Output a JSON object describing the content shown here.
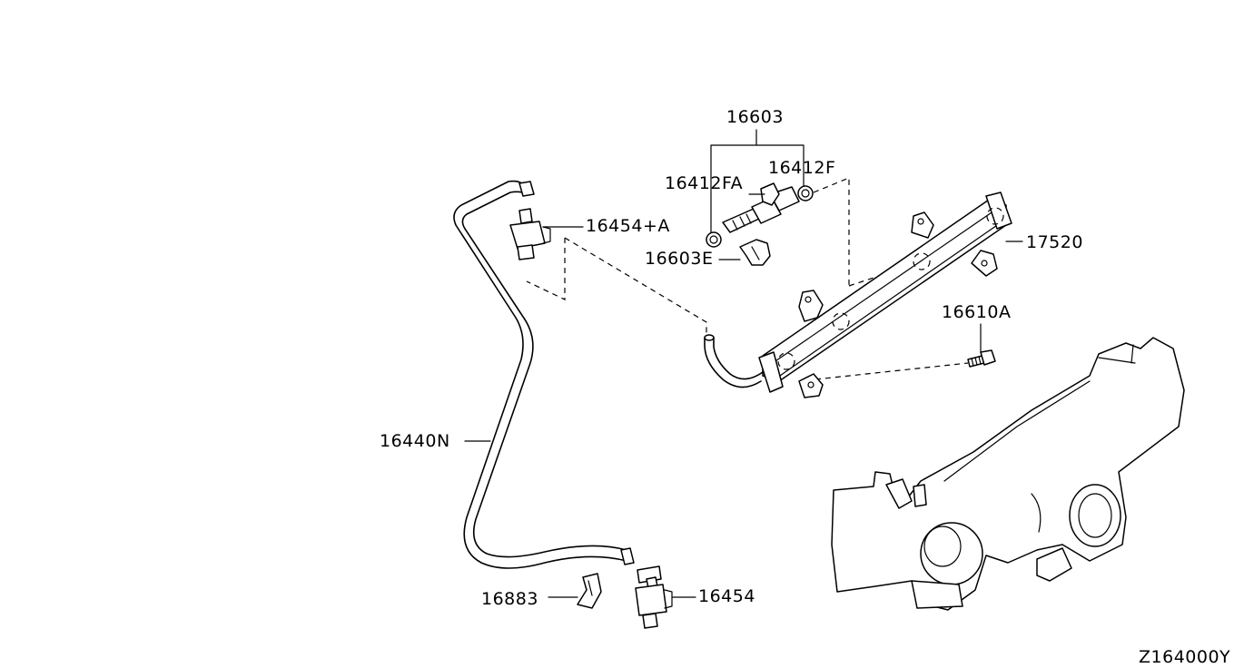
{
  "diagram": {
    "code": "Z164000Y",
    "labels": {
      "p16603": "16603",
      "p16412F": "16412F",
      "p16412FA": "16412FA",
      "p16454A": "16454+A",
      "p16603E": "16603E",
      "p17520": "17520",
      "p16610A": "16610A",
      "p16440N": "16440N",
      "p16883": "16883",
      "p16454": "16454"
    }
  }
}
